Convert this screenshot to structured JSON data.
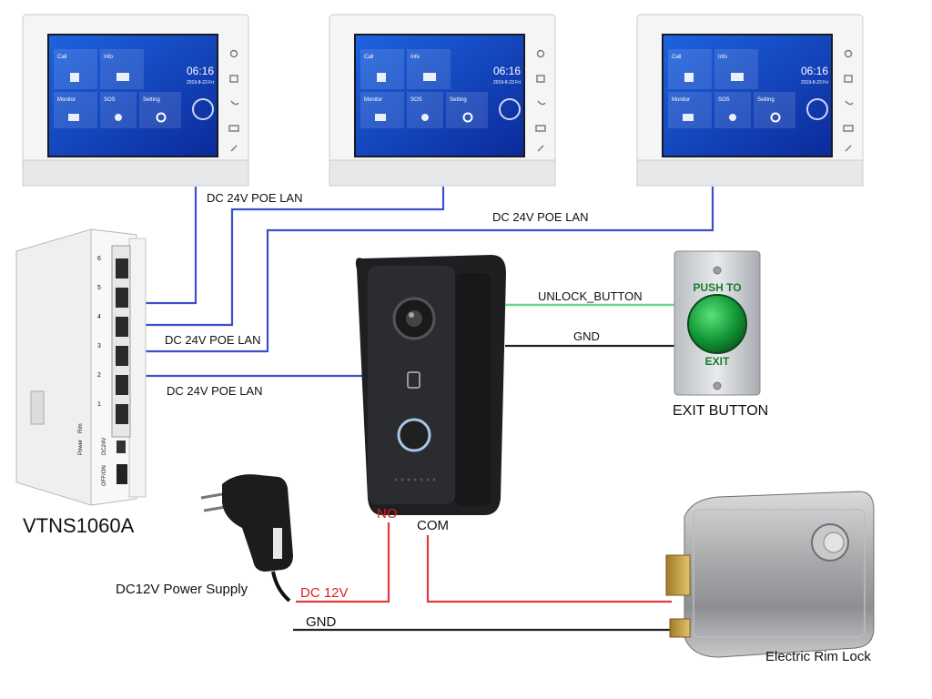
{
  "labels": {
    "lan_top": "DC 24V POE LAN",
    "lan_top_right": "DC 24V POE LAN",
    "lan_mid": "DC 24V POE LAN",
    "lan_door": "DC 24V POE LAN",
    "unlock": "UNLOCK_BUTTON",
    "gnd_exit": "GND",
    "exit_button": "EXIT BUTTON",
    "push_to": "PUSH TO",
    "exit": "EXIT",
    "switch_model": "VTNS1060A",
    "no": "NO",
    "com": "COM",
    "power_supply": "DC12V Power Supply",
    "dc12v": "DC 12V",
    "gnd_lock": "GND",
    "rim_lock": "Electric Rim Lock"
  },
  "monitor_screen": {
    "tile_call": "Call",
    "tile_info": "Info",
    "tile_monitor": "Monitor",
    "tile_sos": "SOS",
    "tile_setting": "Setting",
    "time": "06:16",
    "date": "2019-8-23   Fri"
  },
  "switch_ports": [
    "6",
    "5",
    "4",
    "3",
    "2",
    "1"
  ],
  "switch_text": {
    "power": "Power",
    "onoff": "OFF/ON",
    "dc24v": "DC24V",
    "rim": "Rim"
  },
  "colors": {
    "lan_wire": "#3a4fc8",
    "unlock_wire": "#66d98a",
    "red_wire": "#e03a3a",
    "black_wire": "#222222",
    "label_red": "#e02020"
  }
}
